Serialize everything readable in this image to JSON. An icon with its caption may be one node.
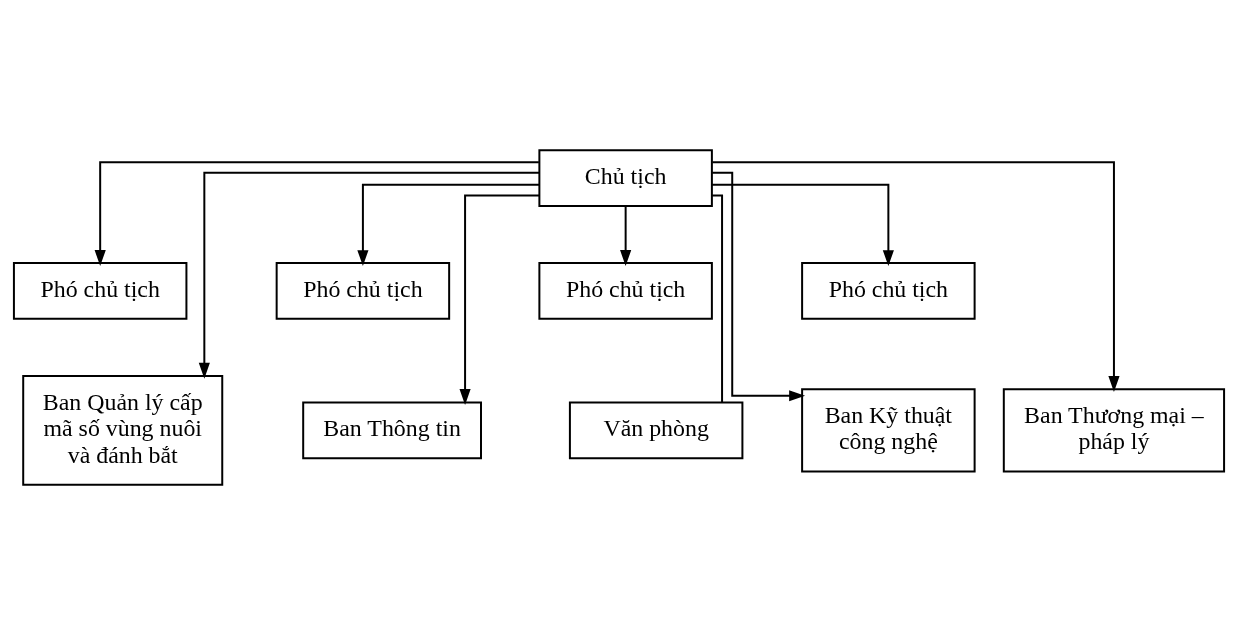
{
  "diagram": {
    "nodes": [
      {
        "text": [
          "Chủ tịch"
        ]
      },
      {
        "text": [
          "Phó chủ tịch"
        ]
      },
      {
        "text": [
          "Phó chủ tịch"
        ]
      },
      {
        "text": [
          "Phó chủ tịch"
        ]
      },
      {
        "text": [
          "Phó chủ tịch"
        ]
      },
      {
        "text": [
          "Ban Quản lý cấp mã số vùng nuôi và đánh bắt"
        ]
      },
      {
        "text": [
          "Ban Thông tin"
        ]
      },
      {
        "text": [
          "Văn phòng"
        ]
      },
      {
        "text": [
          "Ban Kỹ thuật công nghệ"
        ]
      },
      {
        "text": [
          "Ban Thương mại – pháp lý"
        ]
      }
    ],
    "edges": [
      {
        "from": 0,
        "to": 1,
        "arrow": "to"
      },
      {
        "from": 0,
        "to": 2,
        "arrow": "to"
      },
      {
        "from": 0,
        "to": 3,
        "arrow": "to"
      },
      {
        "from": 0,
        "to": 4,
        "arrow": "to"
      },
      {
        "from": 0,
        "to": 5,
        "arrow": "to"
      },
      {
        "from": 0,
        "to": 6,
        "arrow": "to"
      },
      {
        "from": 0,
        "to": 7,
        "arrow": "none"
      },
      {
        "from": 0,
        "to": 8,
        "arrow": "to"
      },
      {
        "from": 0,
        "to": 9,
        "arrow": "to"
      }
    ]
  }
}
